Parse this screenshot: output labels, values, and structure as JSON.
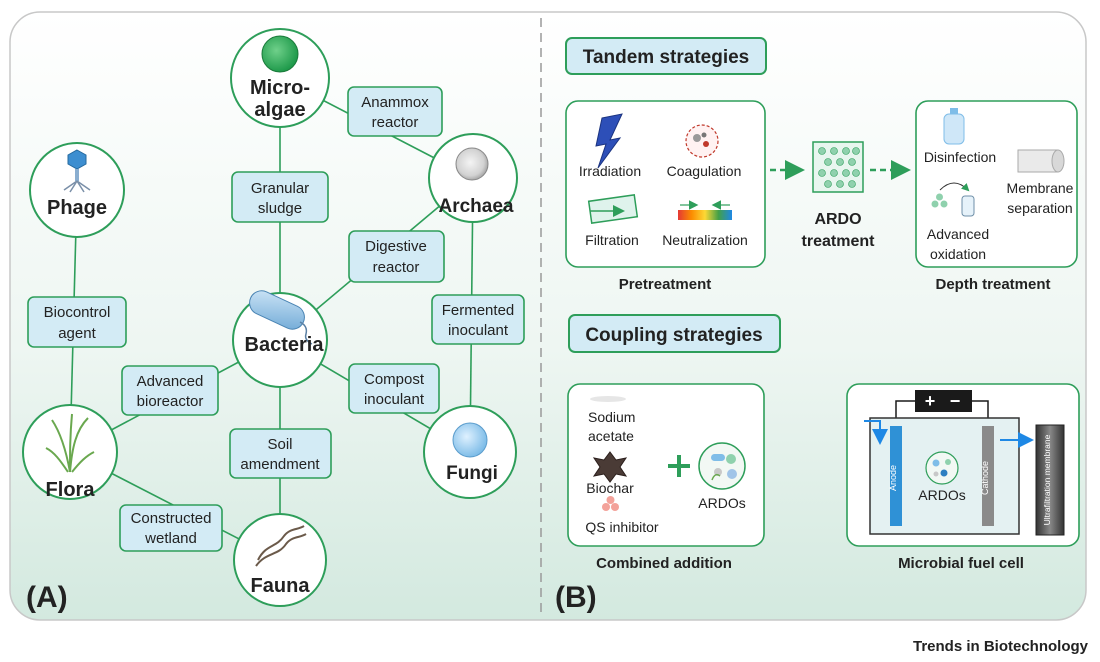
{
  "panel_a": {
    "label": "(A)",
    "nodes": {
      "microalgae": [
        "Micro-",
        "algae"
      ],
      "phage": "Phage",
      "archaea": "Archaea",
      "bacteria": "Bacteria",
      "flora": "Flora",
      "fungi": "Fungi",
      "fauna": "Fauna"
    },
    "links": {
      "anammox": [
        "Anammox",
        "reactor"
      ],
      "granular": [
        "Granular",
        "sludge"
      ],
      "digestive": [
        "Digestive",
        "reactor"
      ],
      "biocontrol": [
        "Biocontrol",
        "agent"
      ],
      "fermented": [
        "Fermented",
        "inoculant"
      ],
      "advanced": [
        "Advanced",
        "bioreactor"
      ],
      "compost": [
        "Compost",
        "inoculant"
      ],
      "soil": [
        "Soil",
        "amendment"
      ],
      "wetland": [
        "Constructed",
        "wetland"
      ]
    }
  },
  "panel_b": {
    "label": "(B)",
    "tandem_title": "Tandem strategies",
    "coupling_title": "Coupling strategies",
    "pretreatment": {
      "caption": "Pretreatment",
      "items": [
        "Irradiation",
        "Coagulation",
        "Filtration",
        "Neutralization"
      ]
    },
    "ardo_treatment": [
      "ARDO",
      "treatment"
    ],
    "depth": {
      "caption": "Depth treatment",
      "disinfection": "Disinfection",
      "membrane": [
        "Membrane",
        "separation"
      ],
      "oxidation": [
        "Advanced",
        "oxidation"
      ]
    },
    "combined": {
      "caption": "Combined addition",
      "sodium": [
        "Sodium",
        "acetate"
      ],
      "biochar": "Biochar",
      "qs": "QS inhibitor",
      "ardos": "ARDOs"
    },
    "mfc": {
      "caption": "Microbial fuel cell",
      "anode": "Anode",
      "cathode": "Cathode",
      "ardos": "ARDOs",
      "membrane": "Ultrafiltration membrane",
      "plus": "+",
      "minus": "−"
    }
  },
  "footer": "Trends in Biotechnology",
  "colors": {
    "green": "#2e9e5a",
    "box_fill": "#d3ebf5",
    "panel_bg_top": "#ffffff",
    "panel_bg_bottom": "#d7ebe3"
  }
}
